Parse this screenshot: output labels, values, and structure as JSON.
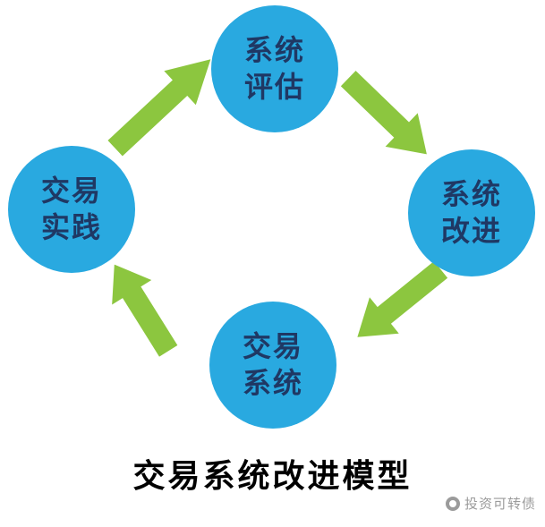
{
  "diagram": {
    "title": "交易系统改进模型",
    "nodes": {
      "evaluation": {
        "line1": "系统",
        "line2": "评估"
      },
      "improvement": {
        "line1": "系统",
        "line2": "改进"
      },
      "trading_system": {
        "line1": "交易",
        "line2": "系统"
      },
      "practice": {
        "line1": "交易",
        "line2": "实践"
      }
    },
    "arrows": [
      {
        "from": "practice",
        "to": "evaluation"
      },
      {
        "from": "evaluation",
        "to": "improvement"
      },
      {
        "from": "improvement",
        "to": "trading_system"
      },
      {
        "from": "trading_system",
        "to": "practice"
      }
    ],
    "watermark": {
      "label": "投资可转债",
      "icon": "logo-circle-icon"
    }
  },
  "colors": {
    "background": "#ffffff",
    "node_fill": "#29a9e0",
    "node_text": "#1f3864",
    "arrow_fill": "#8cc63f",
    "title_text": "#000000",
    "watermark_text": "#9b9b9b"
  }
}
